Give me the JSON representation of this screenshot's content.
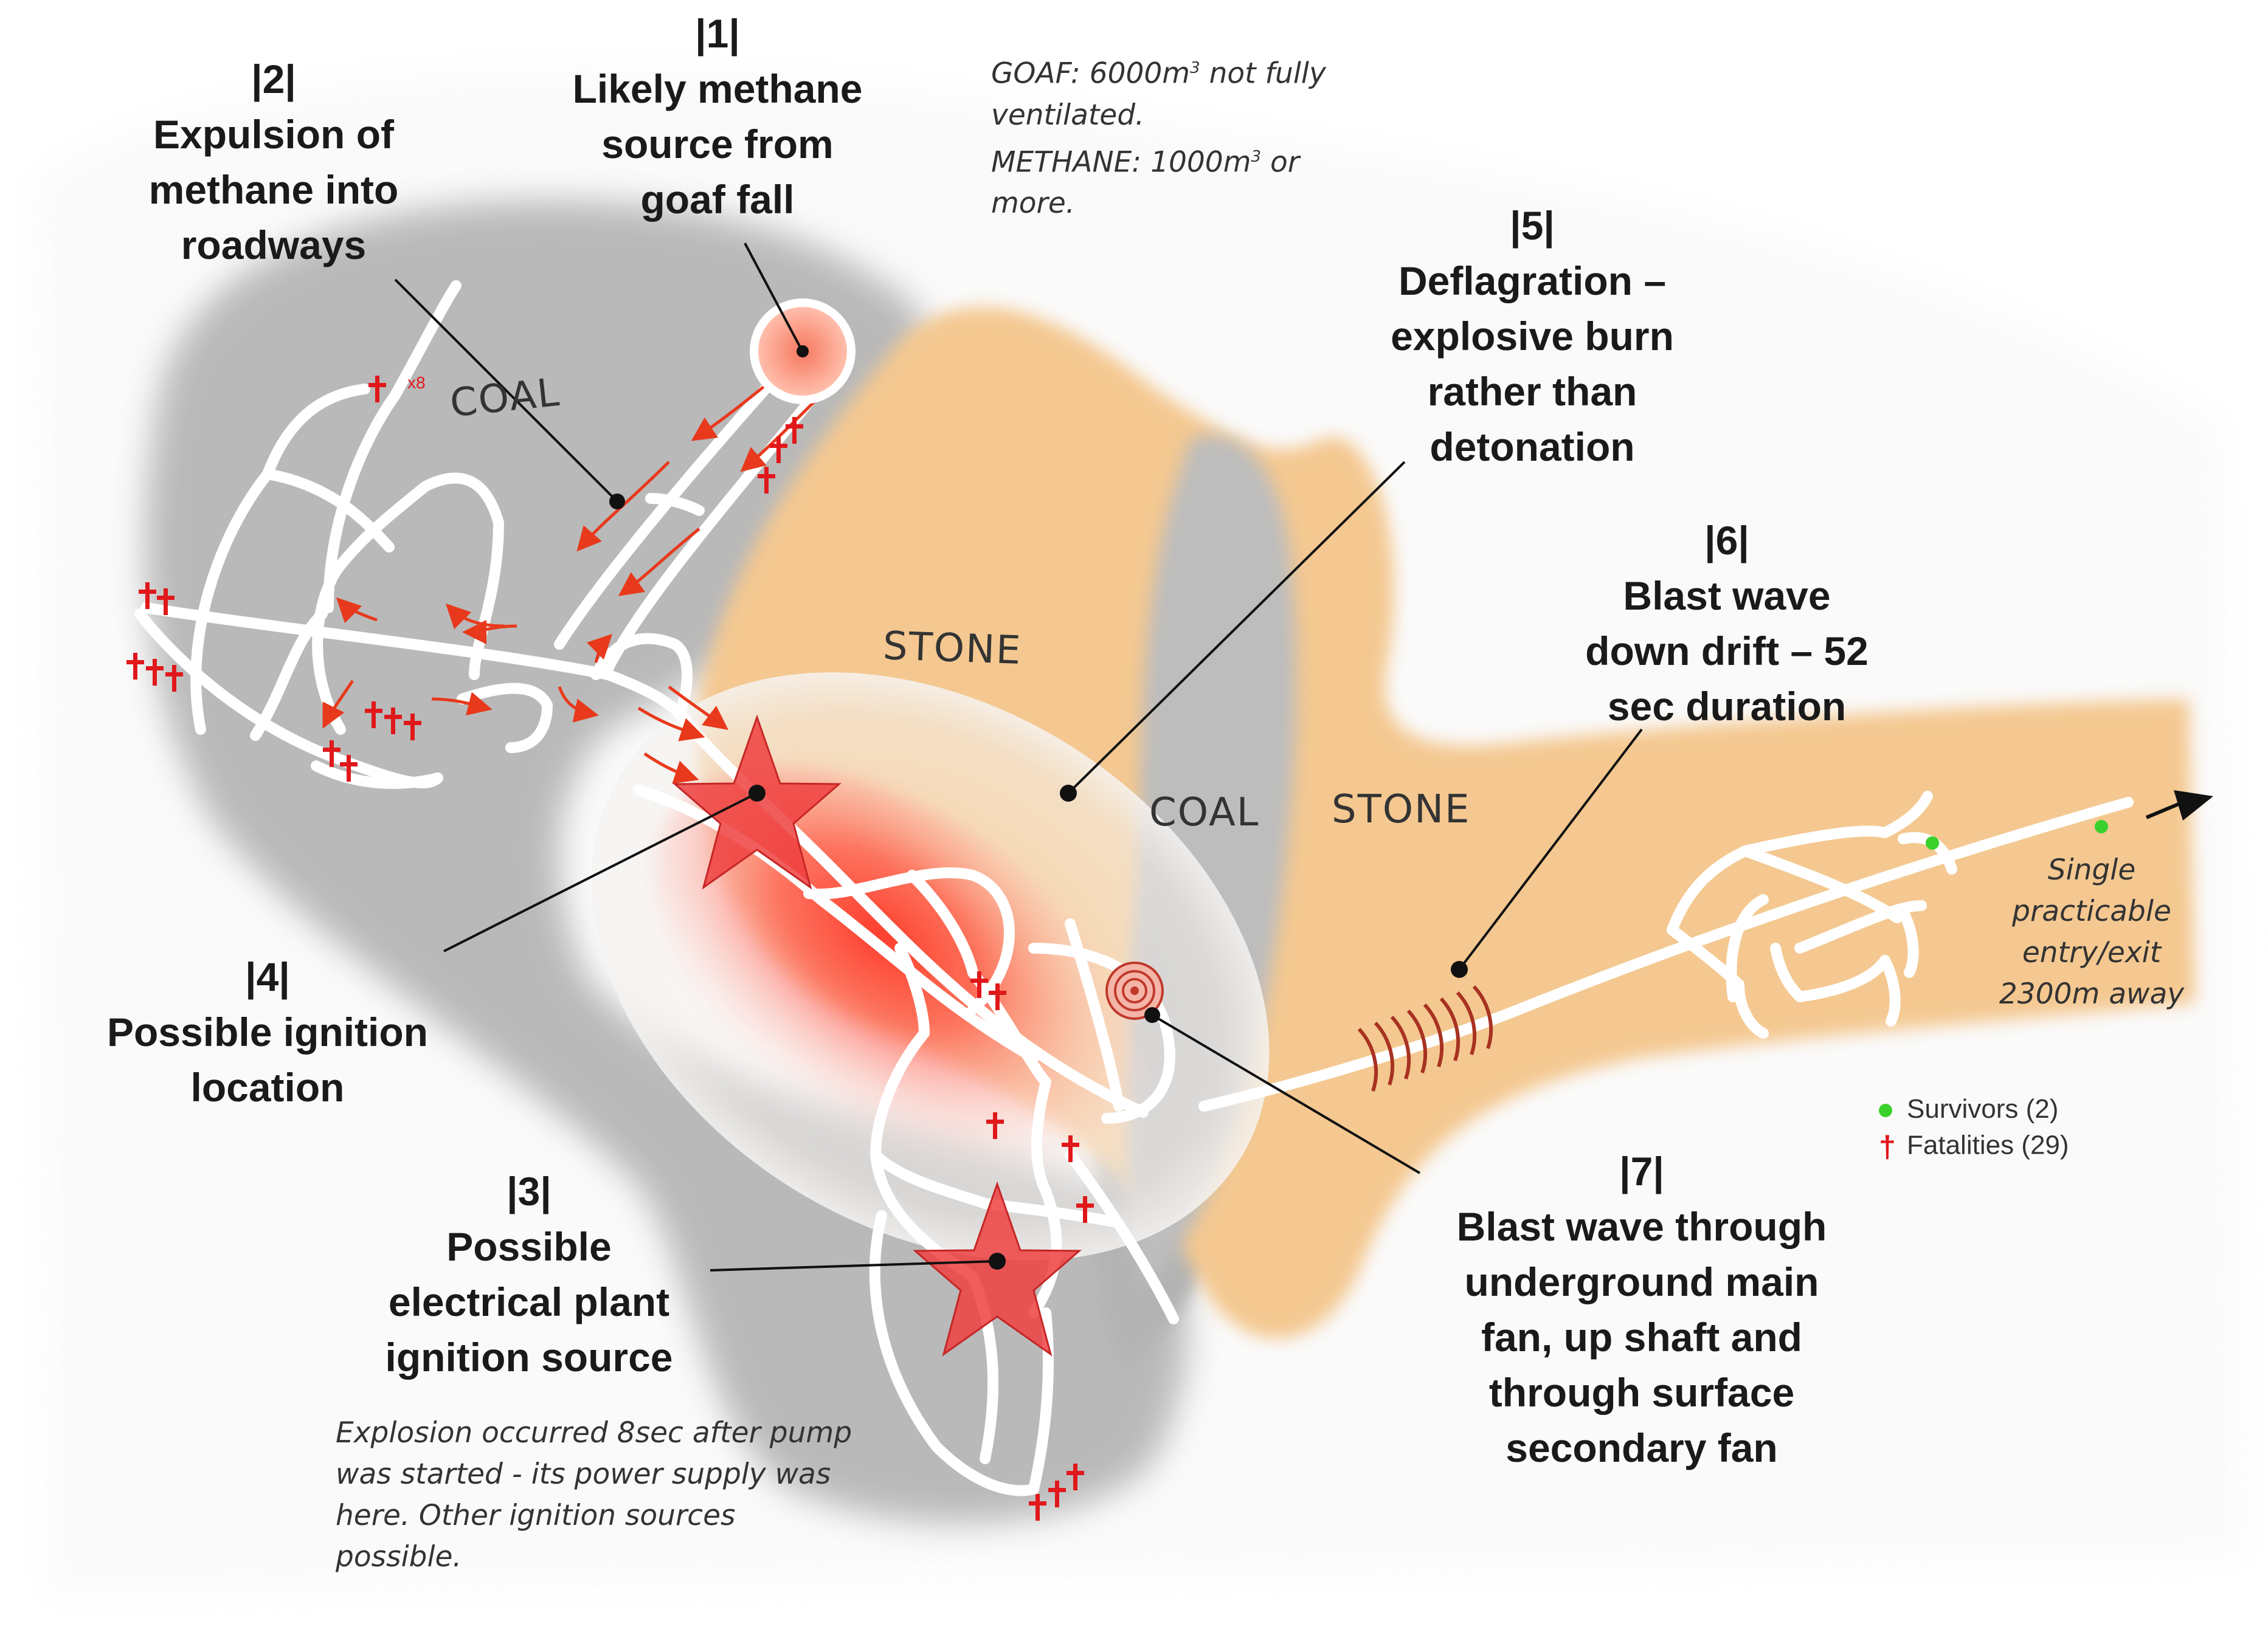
{
  "callouts": [
    {
      "id": "1",
      "number": "|1|",
      "text": [
        "Likely methane",
        "source from",
        "goaf fall"
      ]
    },
    {
      "id": "2",
      "number": "|2|",
      "text": [
        "Expulsion of",
        "methane into",
        "roadways"
      ]
    },
    {
      "id": "3",
      "number": "|3|",
      "text": [
        "Possible",
        "electrical plant",
        "ignition source"
      ]
    },
    {
      "id": "4",
      "number": "|4|",
      "text": [
        "Possible ignition",
        "location"
      ]
    },
    {
      "id": "5",
      "number": "|5|",
      "text": [
        "Deflagration –",
        "explosive burn",
        "rather than",
        "detonation"
      ]
    },
    {
      "id": "6",
      "number": "|6|",
      "text": [
        "Blast wave",
        "down drift – 52",
        "sec duration"
      ]
    },
    {
      "id": "7",
      "number": "|7|",
      "text": [
        "Blast wave through",
        "underground main",
        "fan, up shaft and",
        "through surface",
        "secondary fan"
      ]
    }
  ],
  "notes": {
    "goaf_line1_a": "GOAF: 6000m",
    "goaf_line1_sup": "3",
    "goaf_line1_b": " not fully",
    "goaf_line2": "ventilated.",
    "methane_line1_a": "METHANE: 1000m",
    "methane_line1_sup": "3",
    "methane_line1_b": " or",
    "methane_line2": "more.",
    "explosion": [
      "Explosion occurred 8sec after pump",
      "was started - its power supply was",
      "here. Other ignition sources",
      "possible."
    ],
    "exit": [
      "Single",
      "practicable",
      "entry/exit",
      "2300m away"
    ]
  },
  "rock_labels": {
    "coal_top": "COAL",
    "stone_top": "STONE",
    "coal_mid": "COAL",
    "stone_mid": "STONE"
  },
  "markers": {
    "fatality_multiplier": "x8"
  },
  "legend": {
    "survivors": "Survivors (2)",
    "fatalities": "Fatalities (29)"
  },
  "colors": {
    "coal": "#b8b8b8",
    "stone": "#f3c48e",
    "roadway": "#ffffff",
    "fatality": "#e0181b",
    "survivor": "#3ad12c",
    "blast_glow": "#ff3b2f",
    "arrow": "#e8391c"
  }
}
